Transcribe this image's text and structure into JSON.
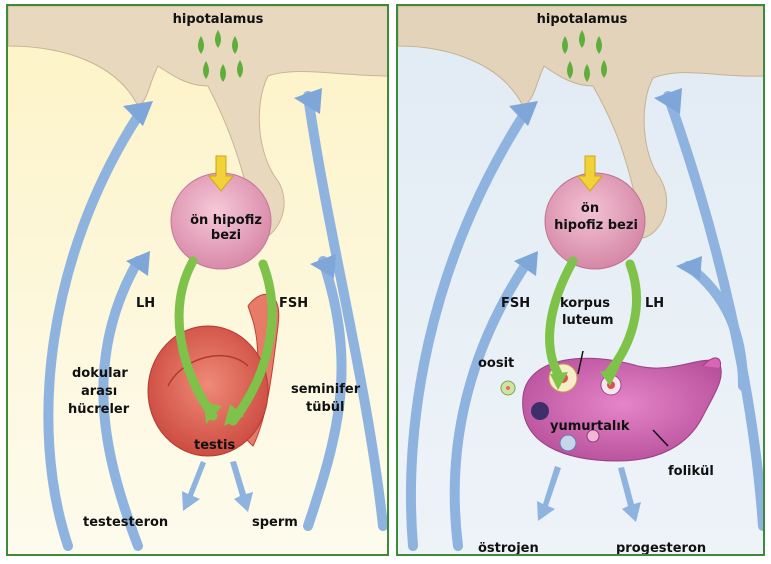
{
  "left_panel": {
    "hypothalamus": "hipotalamus",
    "pituitary_line1": "ön hipofiz",
    "pituitary_line2": "bezi",
    "lh": "LH",
    "fsh": "FSH",
    "interstitial_line1": "dokular",
    "interstitial_line2": "arası",
    "interstitial_line3": "hücreler",
    "seminiferous_line1": "seminifer",
    "seminiferous_line2": "tübül",
    "testis": "testis",
    "testosterone": "testesteron",
    "sperm": "sperm"
  },
  "right_panel": {
    "hypothalamus": "hipotalamus",
    "pituitary_line1": "ön",
    "pituitary_line2": "hipofiz bezi",
    "fsh": "FSH",
    "lh": "LH",
    "corpus_line1": "korpus",
    "corpus_line2": "luteum",
    "oocyte": "oosit",
    "ovary": "yumurtalık",
    "follicle": "folikül",
    "estrogen": "östrojen",
    "progesterone": "progesteron"
  },
  "colors": {
    "frame": "#3d8a3a",
    "left_bg": "#fdf6d8",
    "right_bg": "#e3edf6",
    "brain": "#e6d7bd",
    "pituitary": "#e9a9c2",
    "feedback_arrow": "#8fb3df",
    "hormone_arrow": "#7fc24a",
    "testis": "#e26a5a",
    "ovary": "#d866b4"
  }
}
